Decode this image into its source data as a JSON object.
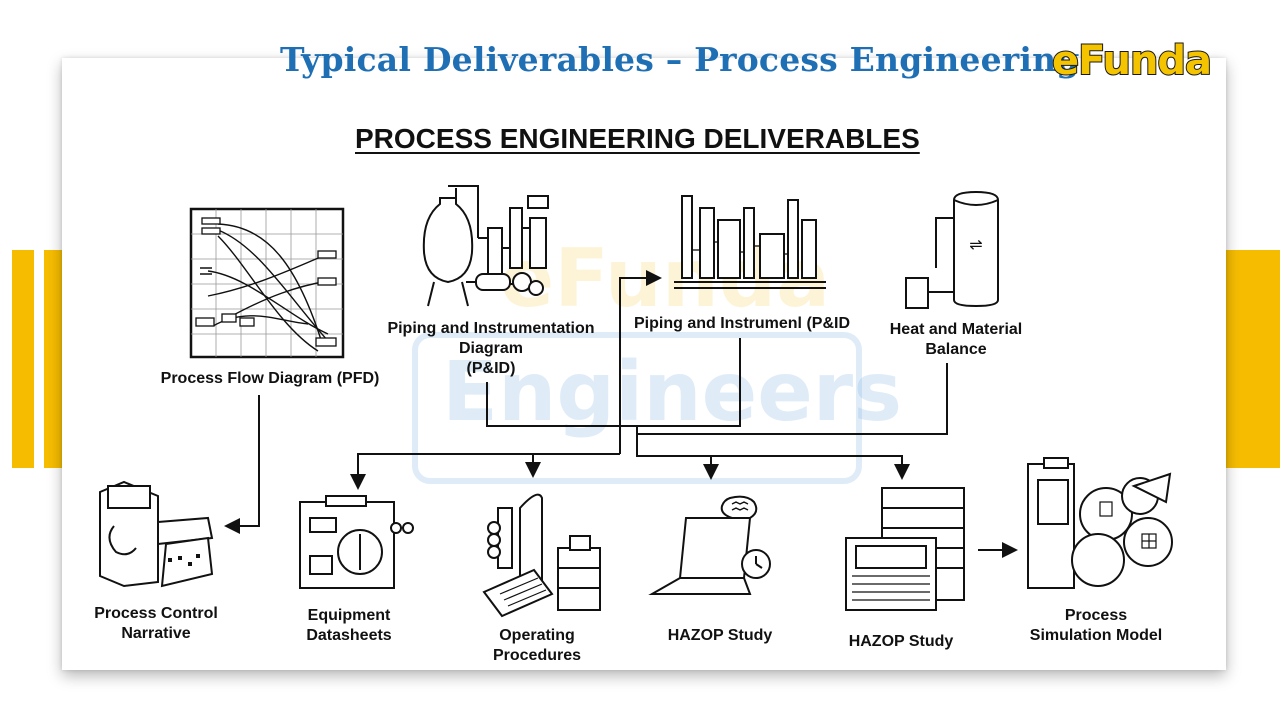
{
  "slide": {
    "title": "Typical Deliverables – Process Engineering",
    "logo_text": "eFunda",
    "accent_color": "#f6bd00",
    "title_color": "#1f6fb5"
  },
  "diagram": {
    "heading": "PROCESS ENGINEERING DELIVERABLES",
    "watermark_top": "eFunda",
    "watermark_bottom": "Engineers",
    "nodes": {
      "pfd": "Process Flow Diagram (PFD)",
      "pid": "Piping and Instrumentation\nDiagram\n(P&ID)",
      "pid2": "Piping and Instrumenl (P&ID",
      "hmb": "Heat and Material\nBalance",
      "pcn": "Process Control\nNarrative",
      "eqd": "Equipment\nDatasheets",
      "opp": "Operating\nProcedures",
      "hazop1": "HAZOP Study",
      "hazop2": "HAZOP Study",
      "sim": "Process\nSimulation Model"
    }
  }
}
